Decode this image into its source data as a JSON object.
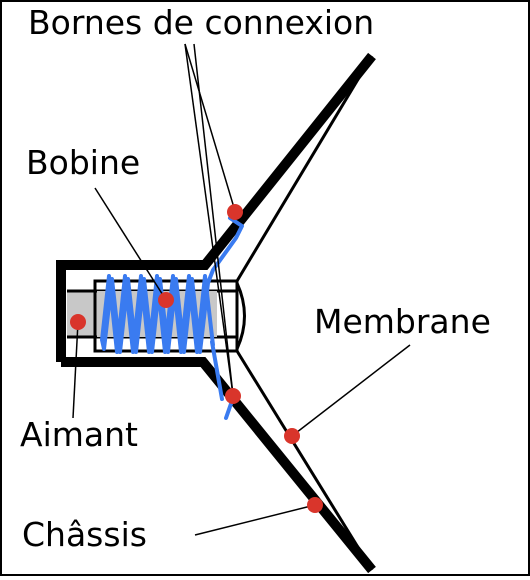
{
  "labels": {
    "bornes": "Bornes de connexion",
    "bobine": "Bobine",
    "membrane": "Membrane",
    "aimant": "Aimant",
    "chassis": "Châssis"
  },
  "colors": {
    "frame": "#000000",
    "coil": "#3a7bf0",
    "marker": "#d9352b",
    "magnet": "#c8c8c8",
    "background": "#ffffff"
  }
}
